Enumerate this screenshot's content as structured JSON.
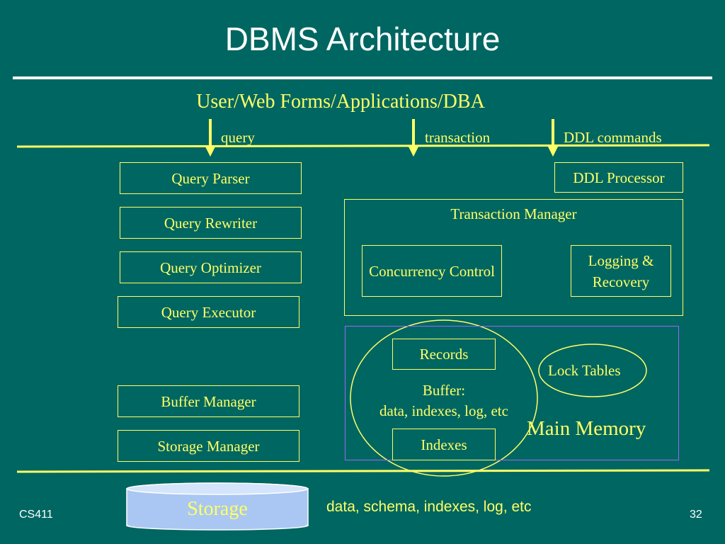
{
  "slide": {
    "title": "DBMS Architecture",
    "users": "User/Web Forms/Applications/DBA",
    "footer_left": "CS411",
    "page_number": "32"
  },
  "inputs": {
    "query": "query",
    "transaction": "transaction",
    "ddl_commands": "DDL commands"
  },
  "query_stack": {
    "parser": "Query Parser",
    "rewriter": "Query Rewriter",
    "optimizer": "Query Optimizer",
    "executor": "Query Executor",
    "buffer_manager": "Buffer Manager",
    "storage_manager": "Storage Manager"
  },
  "ddl_processor": "DDL Processor",
  "transaction_manager": {
    "title": "Transaction Manager",
    "concurrency": "Concurrency Control",
    "logging": "Logging & Recovery"
  },
  "main_memory": {
    "label": "Main Memory",
    "records": "Records",
    "buffer_title": "Buffer:",
    "buffer_contents": "data, indexes, log, etc",
    "indexes": "Indexes",
    "lock_tables": "Lock Tables"
  },
  "storage": {
    "label": "Storage",
    "contents": "data, schema, indexes, log, etc"
  },
  "colors": {
    "background": "#006661",
    "accent": "#ffff66",
    "memory_frame": "#9966ff",
    "text": "#ffffff"
  }
}
